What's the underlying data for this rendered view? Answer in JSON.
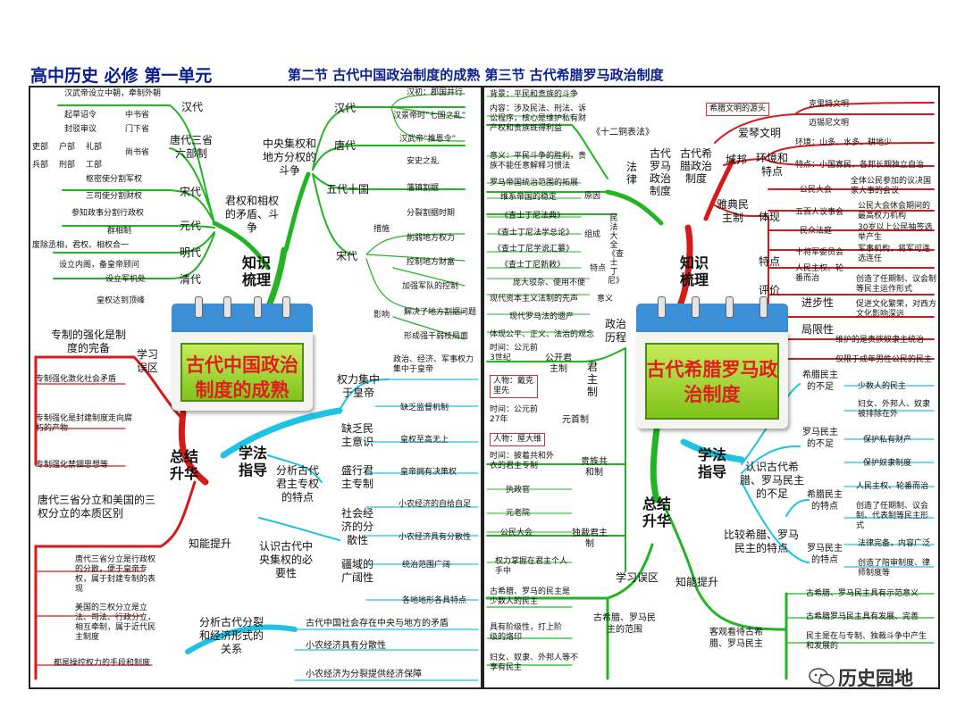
{
  "header": {
    "title_left": "高中历史 必修 第一单元",
    "title_right": "第二节 古代中国政治制度的成熟 第三节 古代希腊罗马政治制度"
  },
  "left": {
    "center_title": "古代中国政治制度的成熟",
    "branches": {
      "zhishi": "知识梳理",
      "xuefa": "学法指导",
      "zongjie": "总结升华",
      "wuqu": "学习误区",
      "tisheng": "知能提升"
    },
    "junquan": {
      "label": "君权和相权的矛盾、斗争",
      "han": "汉代",
      "han_leaf": "汉武帝设立中朝，牵制外朝",
      "tang": "唐代三省六部制",
      "tang_rows": [
        "起草诏令",
        "中书省",
        "封驳审议",
        "门下省",
        "吏部",
        "户部",
        "礼部",
        "尚书省",
        "兵部",
        "刑部",
        "工部"
      ],
      "song": "宋代",
      "song_leaves": [
        "枢密使分割军权",
        "三司使分割财权",
        "参知政事分割行政权"
      ],
      "yuan": "元代",
      "yuan_leaf": "群相制",
      "ming": "明代",
      "ming_leaves": [
        "废除丞相，君权、相权合一",
        "设立内阁，备皇帝顾问"
      ],
      "qing": "清代",
      "qing_leaves": [
        "设立军机处",
        "皇权达到顶峰"
      ]
    },
    "zhongyang": {
      "label": "中央集权和地方分权的斗争",
      "han": "汉代",
      "han_leaves": [
        "汉初：郡国并行",
        "汉景帝时“七国之乱”",
        "汉武帝“推恩令”"
      ],
      "tang": "唐代",
      "tang_leaf": "安史之乱",
      "wudai": "五代十国",
      "wudai_leaves": [
        "藩镇割据",
        "分裂割据时期"
      ],
      "song": "宋代",
      "cuoshi": "措施",
      "cuoshi_leaves": [
        "削弱地方权力",
        "控制地方财富",
        "加强军队的控制"
      ],
      "yingxiang": "影响",
      "yingxiang_leaves": [
        "解决了地方割据问题",
        "形成强干弱枝局面"
      ]
    },
    "wuqu_items": [
      "专制的强化是制度的完备",
      "专制强化激化社会矛盾",
      "专制强化是封建制度走向腐朽的产物",
      "专制强化禁锢思想等"
    ],
    "tisheng_items": [
      "唐代三省分立和美国的三权分立的本质区别",
      "唐代三省分立是行政权的分散，便于皇帝专权，属于封建专制的表现",
      "美国的三权分立是立法、司法、行政分立，相互牵制，属于近代民主制度",
      "都是操控权力的手段和制度"
    ],
    "xuefa": {
      "tedian": "分析古代君主专权的特点",
      "quanli": "权力集中于皇帝",
      "quanli_leaves": [
        "政治、经济、军事权力集中于皇帝",
        "缺乏监督机制"
      ],
      "minzhu": "缺乏民主意识",
      "minzhu_leaf": "皇权至高无上",
      "shengxing": "盛行君主专制",
      "shengxing_leaf": "皇帝拥有决策权",
      "biyao": "认识古代中央集权的必要性",
      "jingji": "社会经济的分散性",
      "jingji_leaves": [
        "小农经济的自给自足",
        "小农经济具有分散性"
      ],
      "jiangyu": "疆域的广阔性",
      "jiangyu_leaves": [
        "统治范围广阔",
        "各地地形各具特点"
      ],
      "fenxi": "分析古代分裂和经济形式的关系",
      "fenxi_leaves": [
        "古代中国社会存在中央与地方的矛盾",
        "小农经济具有分散性",
        "小农经济为分裂提供经济保障"
      ]
    }
  },
  "right": {
    "center_title": "古代希腊罗马政治制度",
    "branches": {
      "zhishi": "知识梳理",
      "xuefa": "学法指导",
      "zongjie": "总结升华",
      "wuqu": "学习误区",
      "tisheng": "知能提升"
    },
    "xila": {
      "label": "古代希腊政治制度",
      "aiqin": "爱琴文明",
      "aiqin_box": "希腊文明的源头",
      "aiqin_leaves": [
        "克里特文明",
        "迈锡尼文明"
      ],
      "chengbang": "城邦",
      "huanjing": "环境和特点",
      "huanjing_leaves": [
        "环境：山多、水多、耕地少",
        "特点：小国寡民，各邦长期独立自治"
      ],
      "yadian": "雅典民主制",
      "tixian": "体现",
      "tixian_rows": [
        "公民大会",
        "全体公民参加的议决国家大事的会议",
        "五百人议事会",
        "公民大会休会期间的最高权力机构",
        "民众法庭",
        "30岁以上公民抽签选举产生",
        "十将军委员会",
        "军事机构，将军可连选连任"
      ],
      "tedian": "特点",
      "tedian_leaf": "人民主权、轮番而治",
      "pingjia": "评价",
      "jinbu": "进步性",
      "jinbu_leaves": [
        "创造了任期制、议会制等民主运作形式",
        "促进文化繁荣，对西方文化影响深远"
      ],
      "juxian": "局限性",
      "juxian_leaves": [
        "维护的是贵族奴隶主统治",
        "仅限于成年男性公民的民主"
      ]
    },
    "luoma": {
      "label": "古代罗马政治制度",
      "falv": "法律",
      "shierbiao": "《十二铜表法》",
      "beijing": "背景：平民和贵族的斗争",
      "neirong": "内容：涉及民法、刑法、诉讼程序，核心是维护私有财产权和贵族既得利益",
      "yiyi": "意义：平民斗争的胜利，贵族不能任意解释习惯法",
      "minfa": "民法大全《查士丁尼》",
      "yuanyin": "原因",
      "yuanyin_leaves": [
        "罗马帝国统治范围的拓展",
        "维系帝国的稳定"
      ],
      "zucheng": "组成",
      "zucheng_leaves": [
        "《查士丁尼法典》",
        "《查士丁尼法学总论》",
        "《查士丁尼学说汇纂》",
        "《查士丁尼新敕》"
      ],
      "tedian2": "特点",
      "tedian2_leaf": "庞大驳杂、使用不便",
      "yiyi2": "意义",
      "yiyi2_leaves": [
        "现代资本主义法制的先声",
        "现代罗马法的遗产",
        "体现公平、正义、法治的观念"
      ],
      "zhengzhi": "政治历程",
      "junzhu": "君主制",
      "gonggong": "公开君主制",
      "gg_time": "时间：公元前3世纪",
      "gg_person": "人物：戴克里先",
      "yuanshou": "元首制",
      "ys_time": "时间：公元前27年",
      "ys_person": "人物：屋大维",
      "guizu": "贵族共和制",
      "guizu_leaves": [
        "时间：披着共和外衣的君主专制",
        "执政官",
        "元老院",
        "公民大会"
      ],
      "ducai": "独裁君主制",
      "ducai_leaf": "权力掌握在君主个人手中"
    },
    "xuefa": {
      "buzu": "认识古代希腊、罗马民主的不足",
      "xila_buzu": "希腊民主的不足",
      "xila_buzu_leaves": [
        "少数人的民主",
        "妇女、外邦人、奴隶被排除在外"
      ],
      "luoma_buzu": "罗马民主的不足",
      "luoma_buzu_leaves": [
        "保护私有财产",
        "保护奴隶制度"
      ],
      "bijiao": "比较希腊、罗马民主的特点",
      "xila_td": "希腊民主的特点",
      "xila_td_leaves": [
        "人民主权、轮番而治",
        "创造了任期制、议会制、代表制等民主形式"
      ],
      "luoma_td": "罗马民主的特点",
      "luoma_td_leaves": [
        "法律完备，内容广泛",
        "创造了陪审制度、律师制度等"
      ]
    },
    "wuqu": {
      "label": "古希腊、罗马民主的范围",
      "leaves": [
        "古希腊、罗马的民主是少数人的民主",
        "具有阶级性，打上阶级的烙印",
        "妇女、奴隶、外邦人等不享有民主"
      ]
    },
    "tisheng": {
      "label": "客观看待古希腊、罗马民主",
      "leaves": [
        "古希腊、罗马民主具有示范意义",
        "古希腊罗马民主具有发展、完善",
        "民主是在与专制、独裁斗争中产生和发展的"
      ]
    }
  },
  "watermark": "历史园地",
  "colors": {
    "title": "#0a1f8f",
    "green": "#22b422",
    "red": "#d61a1a",
    "cyan": "#1fc2e4",
    "calendar_blue": "#3b8fd4"
  }
}
